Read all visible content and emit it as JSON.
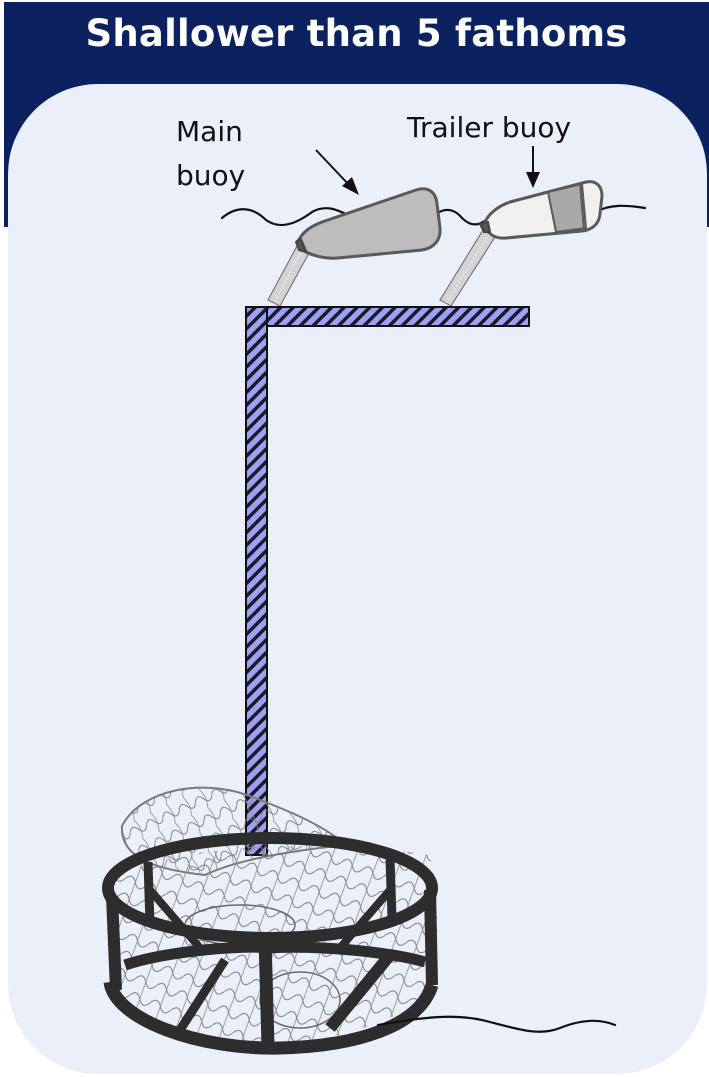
{
  "title": "Shallower than 5 fathoms",
  "labels": {
    "main_buoy_line1": "Main",
    "main_buoy_line2": "buoy",
    "trailer_buoy": "Trailer buoy"
  },
  "colors": {
    "header": "#0c2160",
    "panel": "#eaeff9",
    "line_hatch": "#9ea0f2",
    "main_buoy": "#bdbdbd",
    "trailer_buoy": "#f0f0f0",
    "trap_frame": "#2d2d2d"
  }
}
